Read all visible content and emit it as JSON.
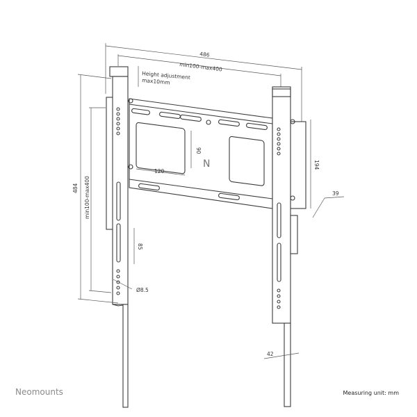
{
  "dimensions": {
    "overall_width": "486",
    "vesa_width": "min100-max400",
    "height_adjust_line1": "Height adjustment",
    "height_adjust_line2": "max10mm",
    "hole_spacing_v": "90",
    "hole_spacing_h": "120",
    "depth_bracket": "194",
    "wall_distance": "39",
    "overall_height": "484",
    "vesa_height": "min100-max400",
    "slot_height": "85",
    "hole_diameter": "Ø8.5",
    "upright_width": "42"
  },
  "footer": {
    "brand": "Neomounts",
    "unit": "Measuring unit: mm"
  },
  "colors": {
    "line": "#3a3a3a",
    "brand": "#8a8a8a"
  }
}
